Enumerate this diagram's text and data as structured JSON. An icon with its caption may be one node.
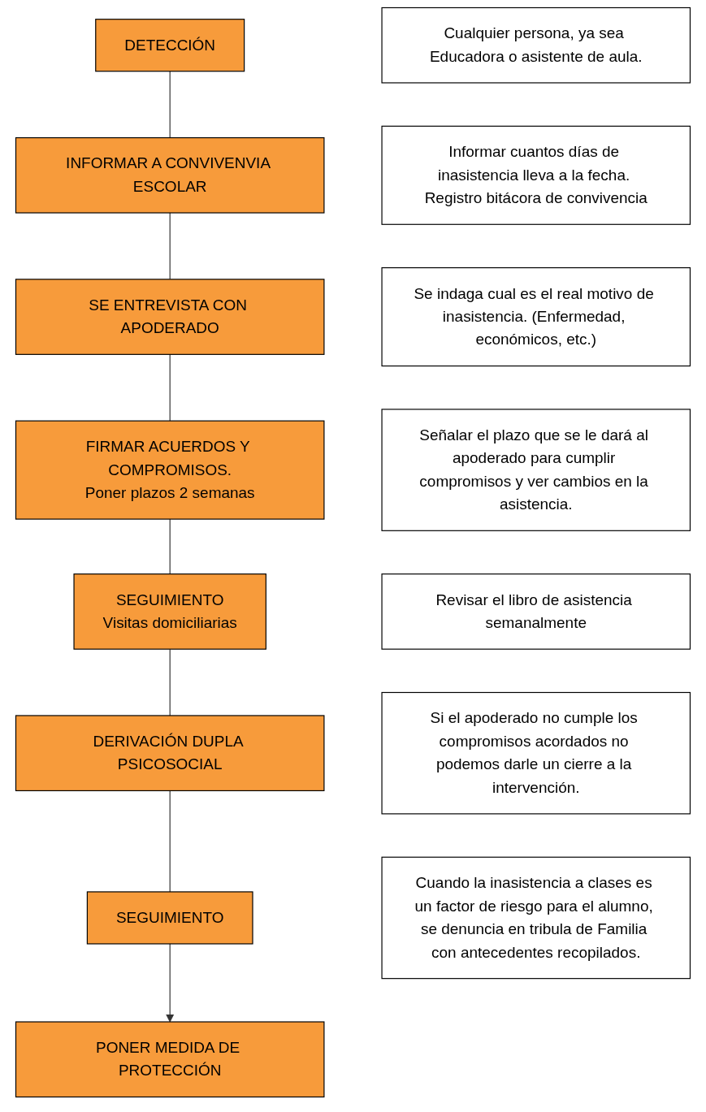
{
  "diagram": {
    "nodes": [
      {
        "text": [
          "DETECCIÓN"
        ]
      },
      {
        "text": [
          "INFORMAR A CONVIVENVIA ESCOLAR"
        ]
      },
      {
        "text": [
          "SE ENTREVISTA CON APODERADO"
        ]
      },
      {
        "text": [
          "FIRMAR ACUERDOS Y COMPROMISOS.",
          "Poner plazos 2 semanas"
        ]
      },
      {
        "text": [
          "SEGUIMIENTO",
          "Visitas domiciliarias"
        ]
      },
      {
        "text": [
          "DERIVACIÓN DUPLA PSICOSOCIAL"
        ]
      },
      {
        "text": [
          "SEGUIMIENTO"
        ]
      },
      {
        "text": [
          "PONER MEDIDA DE PROTECCIÓN"
        ]
      },
      {
        "text": [
          "Cualquier persona, ya sea Educadora o asistente de aula."
        ]
      },
      {
        "text": [
          "Informar cuantos días de inasistencia lleva a la fecha. Registro bitácora de convivencia"
        ]
      },
      {
        "text": [
          "Se indaga cual es el real motivo de inasistencia. (Enfermedad, económicos, etc.)"
        ]
      },
      {
        "text": [
          "Señalar el plazo que se le dará al apoderado para cumplir compromisos y ver cambios en la asistencia."
        ]
      },
      {
        "text": [
          "Revisar el libro de asistencia semanalmente"
        ]
      },
      {
        "text": [
          "Si el apoderado no cumple los compromisos acordados no podemos darle un cierre a la intervención."
        ]
      },
      {
        "text": [
          "Cuando la inasistencia a clases es un factor de riesgo para el alumno, se denuncia en tribula de Familia con antecedentes recopilados."
        ]
      }
    ],
    "edges": [
      {
        "from": 0,
        "to": 1,
        "arrow": "none"
      },
      {
        "from": 1,
        "to": 2,
        "arrow": "none"
      },
      {
        "from": 2,
        "to": 3,
        "arrow": "none"
      },
      {
        "from": 3,
        "to": 4,
        "arrow": "none"
      },
      {
        "from": 4,
        "to": 5,
        "arrow": "none"
      },
      {
        "from": 5,
        "to": 6,
        "arrow": "none"
      },
      {
        "from": 6,
        "to": 7,
        "arrow": "to"
      }
    ]
  }
}
